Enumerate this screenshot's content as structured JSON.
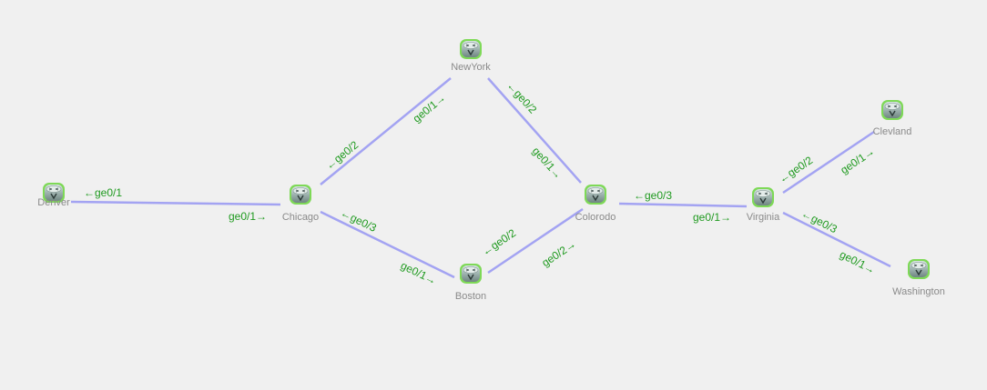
{
  "colors": {
    "background": "#f0f0f0",
    "link": "#a3a3f2",
    "port_label": "#1f9a1f",
    "node_label": "#8a8a8a",
    "router_border": "#7ed957"
  },
  "node_icon": "router-icon",
  "nodes": [
    {
      "id": "newyork",
      "label": "NewYork"
    },
    {
      "id": "denver",
      "label": "Denver"
    },
    {
      "id": "chicago",
      "label": "Chicago"
    },
    {
      "id": "boston",
      "label": "Boston"
    },
    {
      "id": "colorodo",
      "label": "Colorodo"
    },
    {
      "id": "virginia",
      "label": "Virginia"
    },
    {
      "id": "clevland",
      "label": "Clevland"
    },
    {
      "id": "washington",
      "label": "Washington"
    }
  ],
  "links": [
    {
      "from": "denver",
      "to": "chicago",
      "from_port": "←ge0/1",
      "to_port": "ge0/1→"
    },
    {
      "from": "chicago",
      "to": "newyork",
      "from_port": "←ge0/2",
      "to_port": "ge0/1→"
    },
    {
      "from": "newyork",
      "to": "colorodo",
      "from_port": "←ge0/2",
      "to_port": "ge0/1→"
    },
    {
      "from": "chicago",
      "to": "boston",
      "from_port": "←ge0/3",
      "to_port": "ge0/1→"
    },
    {
      "from": "boston",
      "to": "colorodo",
      "from_port": "←ge0/2",
      "to_port": "ge0/2→"
    },
    {
      "from": "colorodo",
      "to": "virginia",
      "from_port": "←ge0/3",
      "to_port": "ge0/1→"
    },
    {
      "from": "virginia",
      "to": "clevland",
      "from_port": "←ge0/2",
      "to_port": "ge0/1→"
    },
    {
      "from": "virginia",
      "to": "washington",
      "from_port": "←ge0/3",
      "to_port": "ge0/1→"
    }
  ]
}
